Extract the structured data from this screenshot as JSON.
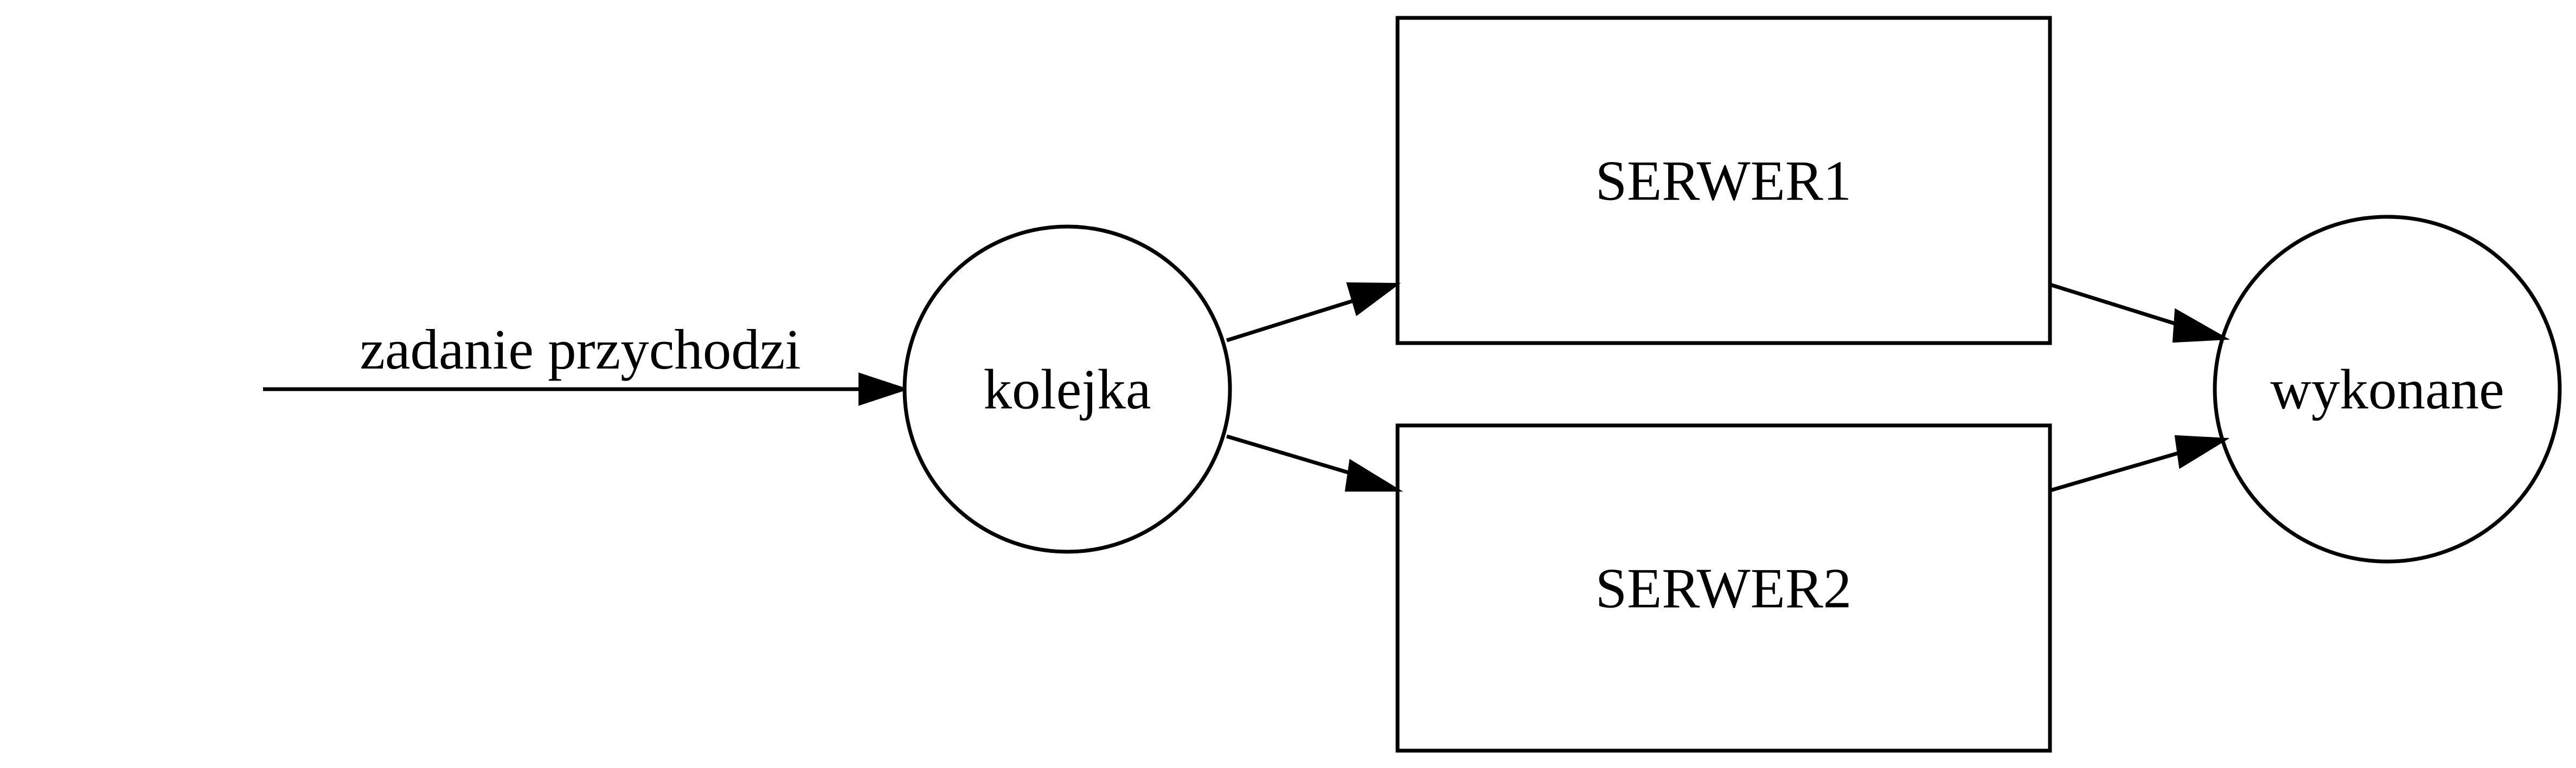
{
  "diagram": {
    "edge_label": "zadanie przychodzi",
    "nodes": {
      "queue": "kolejka",
      "server1": "SERWER1",
      "server2": "SERWER2",
      "done": "wykonane"
    },
    "colors": {
      "stroke": "#000000",
      "background": "#ffffff",
      "text": "#000000"
    }
  }
}
